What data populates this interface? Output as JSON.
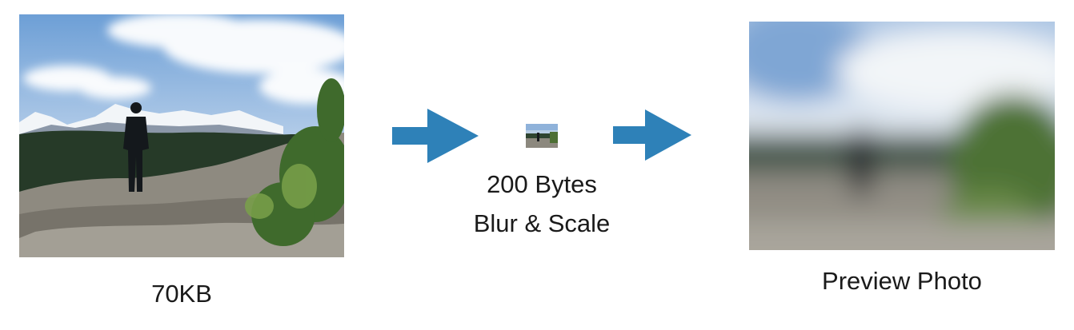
{
  "steps": {
    "original": {
      "size_label": "70KB",
      "image_alt": "Hiker standing on rocky outcrop facing snow-capped mountains"
    },
    "compressed": {
      "size_label": "200 Bytes",
      "process_label": "Blur & Scale"
    },
    "result": {
      "label": "Preview Photo"
    }
  },
  "colors": {
    "arrow": "#2e81b8",
    "sky": "#a9c6e6",
    "forest": "#27402a",
    "rock": "#8a867c"
  },
  "icons": [
    "right-arrow-icon",
    "right-arrow-icon"
  ]
}
